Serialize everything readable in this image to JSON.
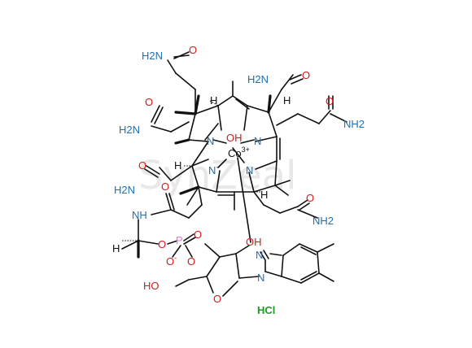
{
  "watermark": "SynZeal",
  "salt": "HCl",
  "colors": {
    "nitrogen": "#1f6fb2",
    "oxygen": "#d61a1a",
    "phosphorus": "#e37cd2",
    "salt": "#1f9b25",
    "bond": "#111111"
  },
  "atoms": {
    "nh2_top": "H2N",
    "o_top": "O",
    "o_upperleft": "O",
    "nh2_upperleft": "H2N",
    "nh2_top_right": "H2N",
    "o_top_right": "O",
    "o_right": "O",
    "nh2_right": "NH2",
    "oh_on_co": "OH",
    "cobalt": "Co",
    "cobalt_charge": "3+",
    "n_upper_left": "N",
    "n_upper_right": "N",
    "n_center": "N",
    "n_center_charge": "-",
    "n_lower_right": "N",
    "o_mid_left": "O",
    "nh2_mid_left": "H2N",
    "o_lower_right": "O",
    "nh2_lower_right": "NH2",
    "nh_amide": "NH",
    "o_amide": "O",
    "p_atom": "P",
    "o_ester": "O",
    "o_minus": "O",
    "o_minus_charge": "-",
    "o_double_p": "O",
    "o_sugar_ester": "O",
    "oh_sugar": "OH",
    "ho_sugar": "HO",
    "o_ring": "O",
    "n_imidazole_top": "N",
    "n_imidazole_bottom": "N",
    "h1": "H",
    "h2": "H",
    "h3": "H",
    "h4": "H",
    "h5": "H"
  }
}
